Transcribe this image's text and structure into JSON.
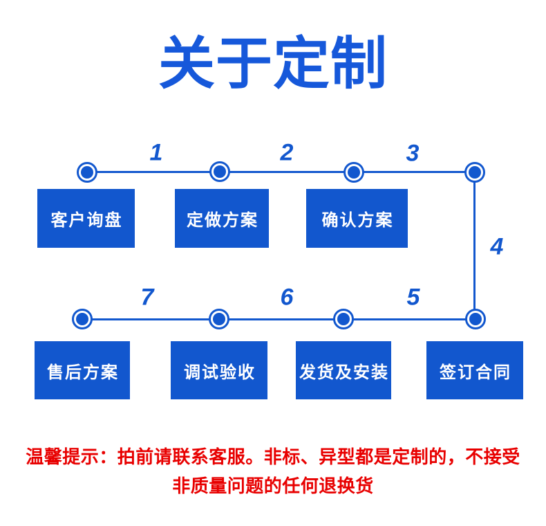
{
  "title": {
    "text": "关于定制"
  },
  "theme": {
    "blue": "#1257ce",
    "title_blue": "#1658da",
    "red": "#e80000",
    "box_text": "#ffffff",
    "bg": "#ffffff"
  },
  "flow": {
    "step_numbers": [
      "1",
      "2",
      "3",
      "4",
      "5",
      "6",
      "7"
    ],
    "top_boxes": [
      {
        "label": "客户询盘"
      },
      {
        "label": "定做方案"
      },
      {
        "label": "确认方案"
      }
    ],
    "bottom_boxes": [
      {
        "label": "售后方案"
      },
      {
        "label": "调试验收"
      },
      {
        "label": "发货及安装"
      },
      {
        "label": "签订合同"
      }
    ]
  },
  "notice": {
    "line1": "温馨提示：拍前请联系客服。非标、异型都是定制的，不接受",
    "line2": "非质量问题的任何退换货"
  }
}
